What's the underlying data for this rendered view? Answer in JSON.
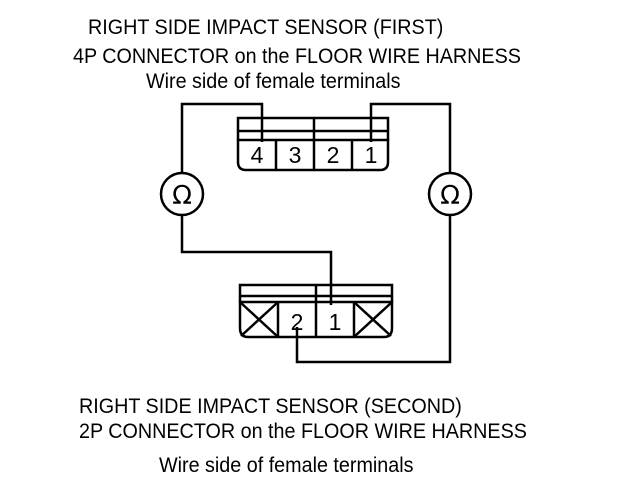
{
  "sensor_first": {
    "title": "RIGHT SIDE IMPACT SENSOR (FIRST)",
    "connector": "4P CONNECTOR on the FLOOR WIRE HARNESS",
    "view": "Wire side of female terminals",
    "terminals": [
      "4",
      "3",
      "2",
      "1"
    ]
  },
  "sensor_second": {
    "title": "RIGHT SIDE IMPACT SENSOR (SECOND)",
    "connector": "2P CONNECTOR on the FLOOR WIRE HARNESS",
    "view": "Wire side of female terminals",
    "terminals": [
      "2",
      "1"
    ]
  },
  "meters": {
    "left": "Ω",
    "right": "Ω"
  },
  "icons": {
    "ohmmeter": "ohmmeter-icon",
    "empty_cavity": "empty-cavity-x-icon"
  }
}
